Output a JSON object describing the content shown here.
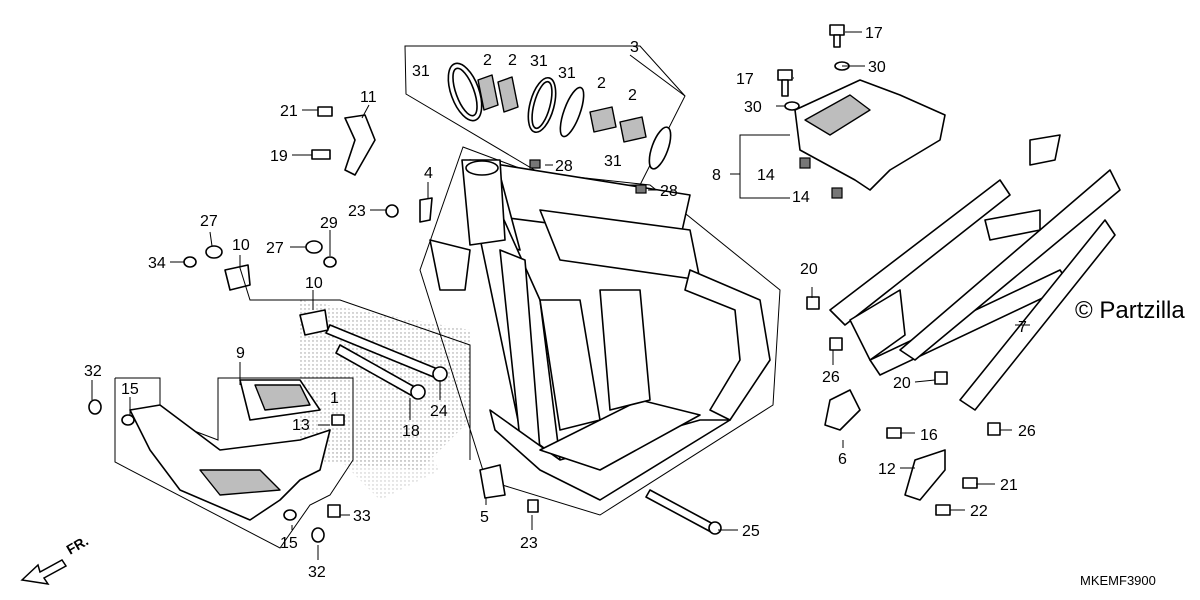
{
  "diagram": {
    "watermark": "© Partzilla",
    "diagram_code": "MKEMF3900",
    "direction_label": "FR.",
    "callouts": {
      "c1": "1",
      "c2a": "2",
      "c2b": "2",
      "c2c": "2",
      "c2d": "2",
      "c3": "3",
      "c4": "4",
      "c5": "5",
      "c6": "6",
      "c7": "7",
      "c8": "8",
      "c9": "9",
      "c10a": "10",
      "c10b": "10",
      "c11": "11",
      "c12": "12",
      "c13": "13",
      "c14a": "14",
      "c14b": "14",
      "c15a": "15",
      "c15b": "15",
      "c16": "16",
      "c17a": "17",
      "c17b": "17",
      "c18": "18",
      "c19": "19",
      "c20a": "20",
      "c20b": "20",
      "c21a": "21",
      "c21b": "21",
      "c22": "22",
      "c23a": "23",
      "c23b": "23",
      "c24": "24",
      "c25": "25",
      "c26a": "26",
      "c26b": "26",
      "c27a": "27",
      "c27b": "27",
      "c28a": "28",
      "c28b": "28",
      "c29": "29",
      "c30a": "30",
      "c30b": "30",
      "c31a": "31",
      "c31b": "31",
      "c31c": "31",
      "c31d": "31",
      "c32a": "32",
      "c32b": "32",
      "c33": "33",
      "c34": "34"
    }
  }
}
